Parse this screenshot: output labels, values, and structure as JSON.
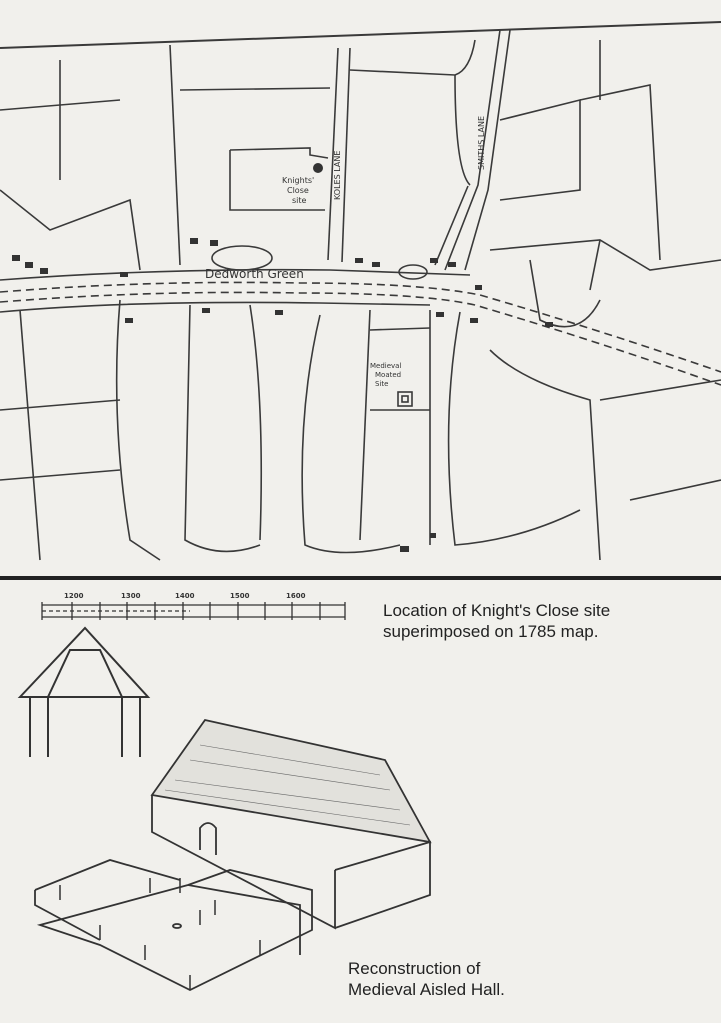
{
  "map": {
    "labels": {
      "knights_close": [
        "Knights'",
        "Close",
        "site"
      ],
      "koles_lane": "KOLES LANE",
      "smiths_lane": "SMITHS LANE",
      "dedworth_green": "Dedworth Green",
      "moated_site": [
        "Medieval",
        "Moated",
        "Site"
      ]
    }
  },
  "timeline": {
    "ticks": [
      "1200",
      "1300",
      "1400",
      "1500",
      "1600"
    ]
  },
  "captions": {
    "map_caption": [
      "Location of Knight's Close site",
      "superimposed on 1785 map."
    ],
    "hall_caption": [
      "Reconstruction of",
      "Medieval Aisled Hall."
    ]
  }
}
